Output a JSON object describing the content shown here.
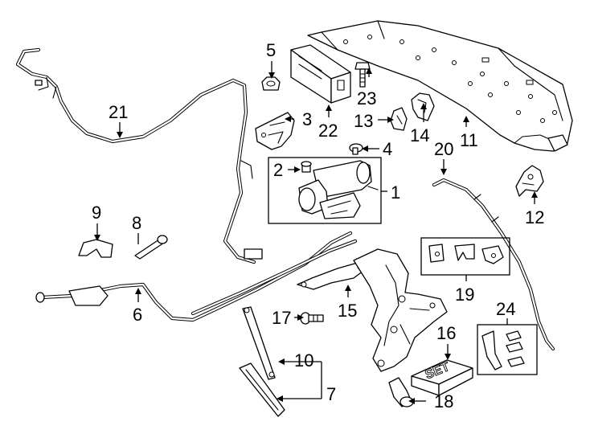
{
  "callouts": {
    "c1": "1",
    "c2": "2",
    "c3": "3",
    "c4": "4",
    "c5": "5",
    "c6": "6",
    "c7": "7",
    "c8": "8",
    "c9": "9",
    "c10": "10",
    "c11": "11",
    "c12": "12",
    "c13": "13",
    "c14": "14",
    "c15": "15",
    "c16": "16",
    "c17": "17",
    "c18": "18",
    "c19": "19",
    "c20": "20",
    "c21": "21",
    "c22": "22",
    "c23": "23",
    "c24": "24"
  },
  "kit_label": "SET"
}
